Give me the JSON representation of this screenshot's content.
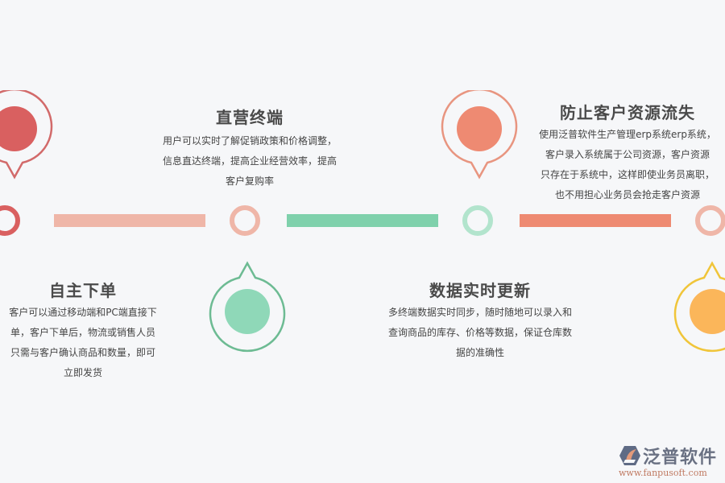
{
  "colors": {
    "background": "#f6f7f9",
    "red": "#d96060",
    "salmon_light": "#efb6a8",
    "green": "#7fd1ac",
    "green_dark": "#6dbb93",
    "green_fill": "#8fd8b8",
    "orange": "#ee8a72",
    "yellow_stroke": "#f0c53a",
    "yellow_fill": "#fbb65a"
  },
  "features": [
    {
      "id": "self-order",
      "title": "自主下单",
      "lines": [
        "客户可以通过移动端和PC端直接下",
        "单，客户下单后，物流或销售人员",
        "只需与客户确认商品和数量，即可",
        "立即发货"
      ]
    },
    {
      "id": "direct-terminal",
      "title": "直营终端",
      "lines": [
        "用户可以实时了解促销政策和价格调整，",
        "信息直达终端，提高企业经营效率，提高",
        "客户复购率"
      ]
    },
    {
      "id": "realtime-data",
      "title": "数据实时更新",
      "lines": [
        "多终端数据实时同步，随时随地可以录入和",
        "查询商品的库存、价格等数据，保证仓库数",
        "据的准确性"
      ]
    },
    {
      "id": "prevent-loss",
      "title": "防止客户资源流失",
      "lines": [
        "使用泛普软件生产管理erp系统erp系统，",
        "客户录入系统属于公司资源，客户资源",
        "只存在于系统中，这样即使业务员离职，",
        "也不用担心业务员会抢走客户资源"
      ]
    }
  ],
  "logo": {
    "icon": "fanpu-logo-icon",
    "name": "泛普软件",
    "url": "www.fanpusoft.com"
  }
}
